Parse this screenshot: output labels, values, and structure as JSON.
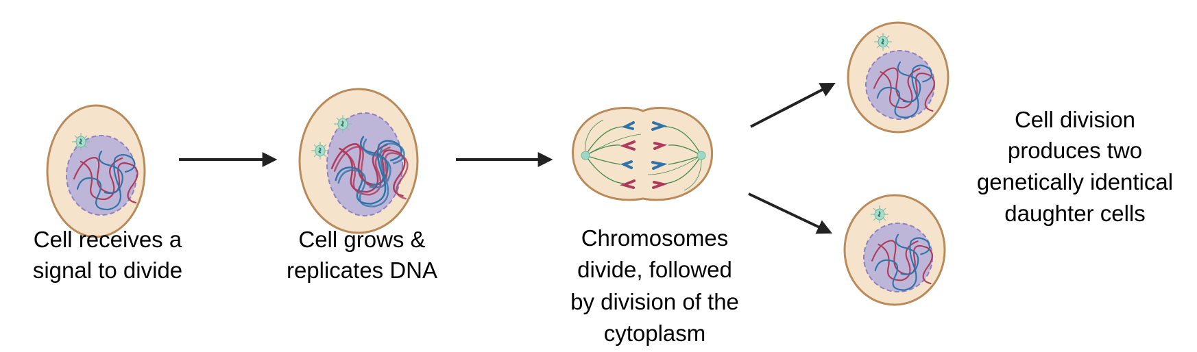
{
  "steps": [
    {
      "label_lines": [
        "Cell receives a",
        "signal to divide"
      ]
    },
    {
      "label_lines": [
        "Cell grows &",
        "replicates DNA"
      ]
    },
    {
      "label_lines": [
        "Chromosomes",
        "divide, followed",
        "by division of the",
        "cytoplasm"
      ]
    },
    {
      "label_lines": [
        "Cell division",
        "produces two",
        "genetically identical",
        "daughter cells"
      ]
    }
  ],
  "colors": {
    "cytoplasm": "#f5e4cb",
    "membrane": "#b98a5a",
    "nucleus": "#bdb6d8",
    "nuclear_envelope": "#8e80c0",
    "chromosome_red": "#b03a5b",
    "chromosome_blue": "#2f73a8",
    "centrosome": "#9fd6c8",
    "spindle": "#3f8a4a",
    "arrow": "#222222"
  }
}
